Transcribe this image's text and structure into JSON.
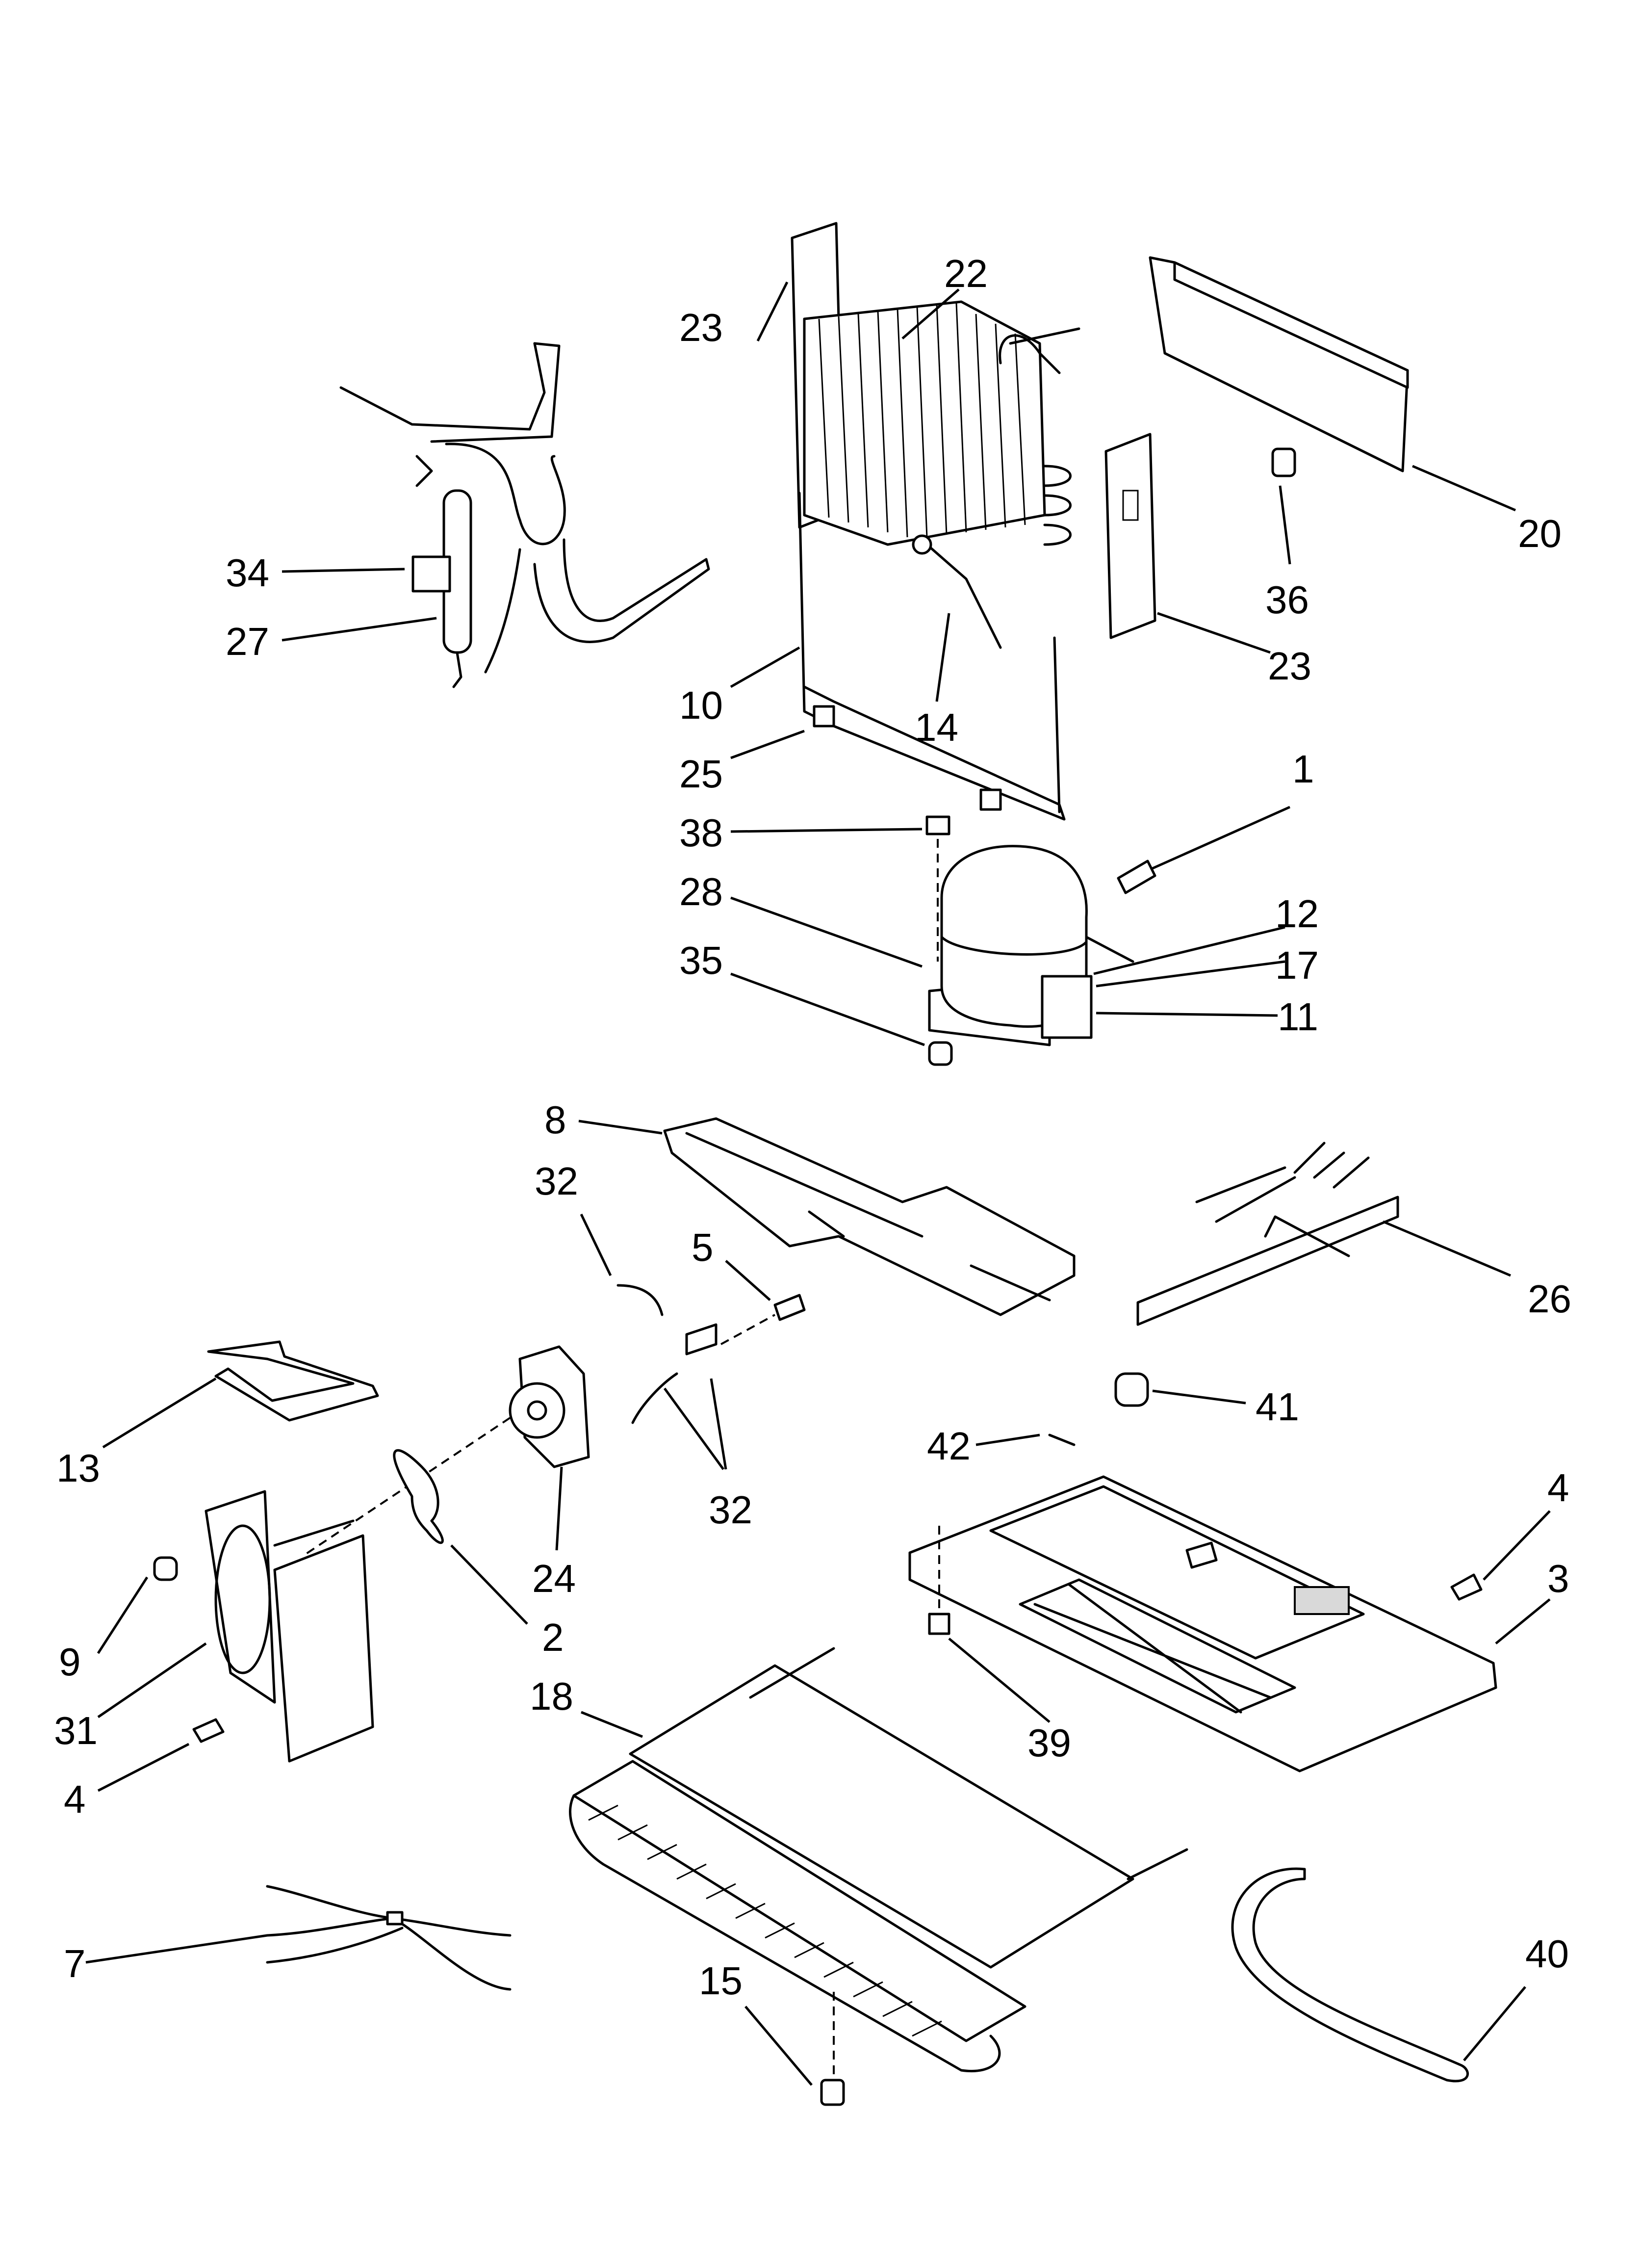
{
  "callouts": [
    {
      "id": "c1",
      "text": "1"
    },
    {
      "id": "c2",
      "text": "2"
    },
    {
      "id": "c3",
      "text": "3"
    },
    {
      "id": "c4a",
      "text": "4"
    },
    {
      "id": "c4b",
      "text": "4"
    },
    {
      "id": "c5",
      "text": "5"
    },
    {
      "id": "c7",
      "text": "7"
    },
    {
      "id": "c8",
      "text": "8"
    },
    {
      "id": "c9",
      "text": "9"
    },
    {
      "id": "c10",
      "text": "10"
    },
    {
      "id": "c11",
      "text": "11"
    },
    {
      "id": "c12",
      "text": "12"
    },
    {
      "id": "c13",
      "text": "13"
    },
    {
      "id": "c14",
      "text": "14"
    },
    {
      "id": "c15",
      "text": "15"
    },
    {
      "id": "c17",
      "text": "17"
    },
    {
      "id": "c18",
      "text": "18"
    },
    {
      "id": "c20",
      "text": "20"
    },
    {
      "id": "c22",
      "text": "22"
    },
    {
      "id": "c23a",
      "text": "23"
    },
    {
      "id": "c23b",
      "text": "23"
    },
    {
      "id": "c24",
      "text": "24"
    },
    {
      "id": "c25",
      "text": "25"
    },
    {
      "id": "c26",
      "text": "26"
    },
    {
      "id": "c27",
      "text": "27"
    },
    {
      "id": "c28",
      "text": "28"
    },
    {
      "id": "c31",
      "text": "31"
    },
    {
      "id": "c32a",
      "text": "32"
    },
    {
      "id": "c32b",
      "text": "32"
    },
    {
      "id": "c34",
      "text": "34"
    },
    {
      "id": "c35",
      "text": "35"
    },
    {
      "id": "c36",
      "text": "36"
    },
    {
      "id": "c38",
      "text": "38"
    },
    {
      "id": "c39",
      "text": "39"
    },
    {
      "id": "c40",
      "text": "40"
    },
    {
      "id": "c41",
      "text": "41"
    },
    {
      "id": "c42",
      "text": "42"
    }
  ]
}
